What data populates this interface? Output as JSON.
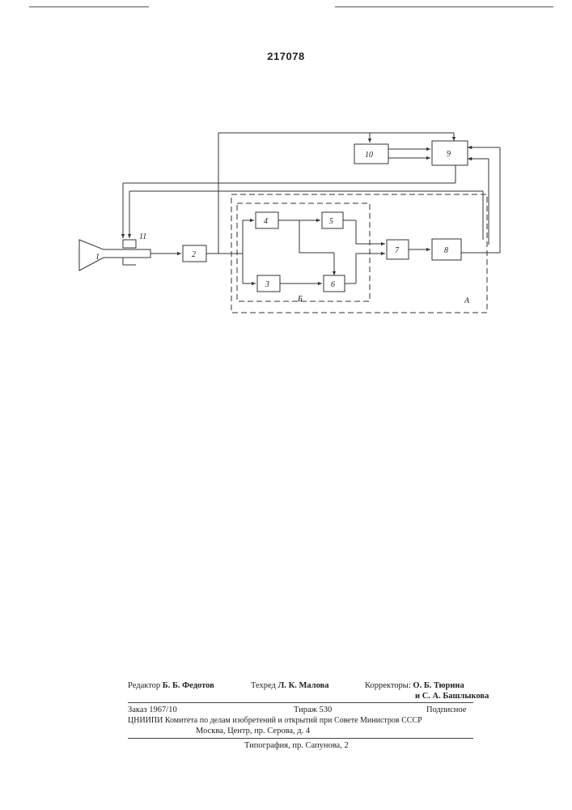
{
  "patent_number": "217078",
  "diagram": {
    "blocks": [
      "1",
      "2",
      "3",
      "4",
      "5",
      "6",
      "7",
      "8",
      "9",
      "10"
    ],
    "element_11": "11",
    "group_labels": [
      "Б",
      "А"
    ]
  },
  "colophon": {
    "editor_label": "Редактор",
    "editor_name": "Б. Б. Федотов",
    "techred_label": "Техред",
    "techred_name": "Л. К. Малова",
    "correctors_label": "Корректоры:",
    "corrector1": "О. Б. Тюрина",
    "corrector2_prefix": "и",
    "corrector2": "С. А. Башлыкова",
    "order": "Заказ 1967/10",
    "circulation": "Тираж 530",
    "subscription": "Подписное",
    "institute": "ЦНИИПИ Комитета по делам изобретений и открытий при Совете Министров СССР",
    "address": "Москва, Центр, пр. Серова, д. 4",
    "printing": "Типография, пр. Сапунова, 2"
  }
}
